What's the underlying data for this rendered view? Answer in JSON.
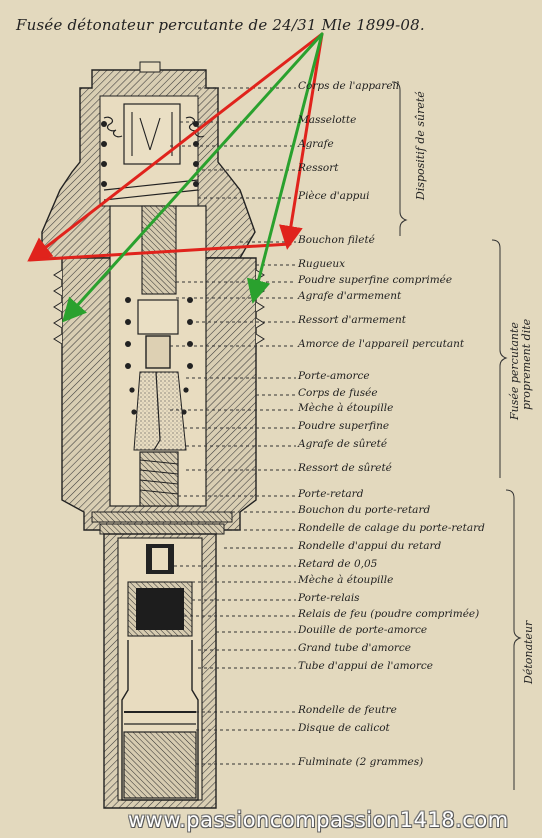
{
  "title": "Fusée détonateur percutante de 24/31 Mle 1899-08.",
  "labels": [
    "Corps de l'appareil",
    "Masselotte",
    "Agrafe",
    "Ressort",
    "Pièce d'appui",
    "Bouchon fileté",
    "Rugueux",
    "Poudre superfine comprimée",
    "Agrafe d'armement",
    "Ressort d'armement",
    "Amorce de l'appareil percutant",
    "Porte-amorce",
    "Corps de fusée",
    "Mèche à étoupille",
    "Poudre superfine",
    "Agrafe de sûreté",
    "Ressort de sûreté",
    "Porte-retard",
    "Bouchon du porte-retard",
    "Rondelle de calage du porte-retard",
    "Rondelle d'appui du retard",
    "Retard de 0,05",
    "Mèche à étoupille",
    "Porte-relais",
    "Relais de feu (poudre comprimée)",
    "Douille de porte-amorce",
    "Grand tube d'amorce",
    "Tube d'appui de l'amorce",
    "Rondelle de feutre",
    "Disque de calicot",
    "Fulminate (2 grammes)"
  ],
  "groups": {
    "g1": "Dispositif de sûreté",
    "g2a": "Fusée percutante",
    "g2b": "proprement dite",
    "g3": "Détonateur"
  },
  "watermark": "www.passioncompassion1418.com",
  "colors": {
    "paper": "#e6dcc3",
    "ink": "#1f1f1f",
    "red_arrow": "#e0231c",
    "green_arrow": "#2aa12e"
  }
}
